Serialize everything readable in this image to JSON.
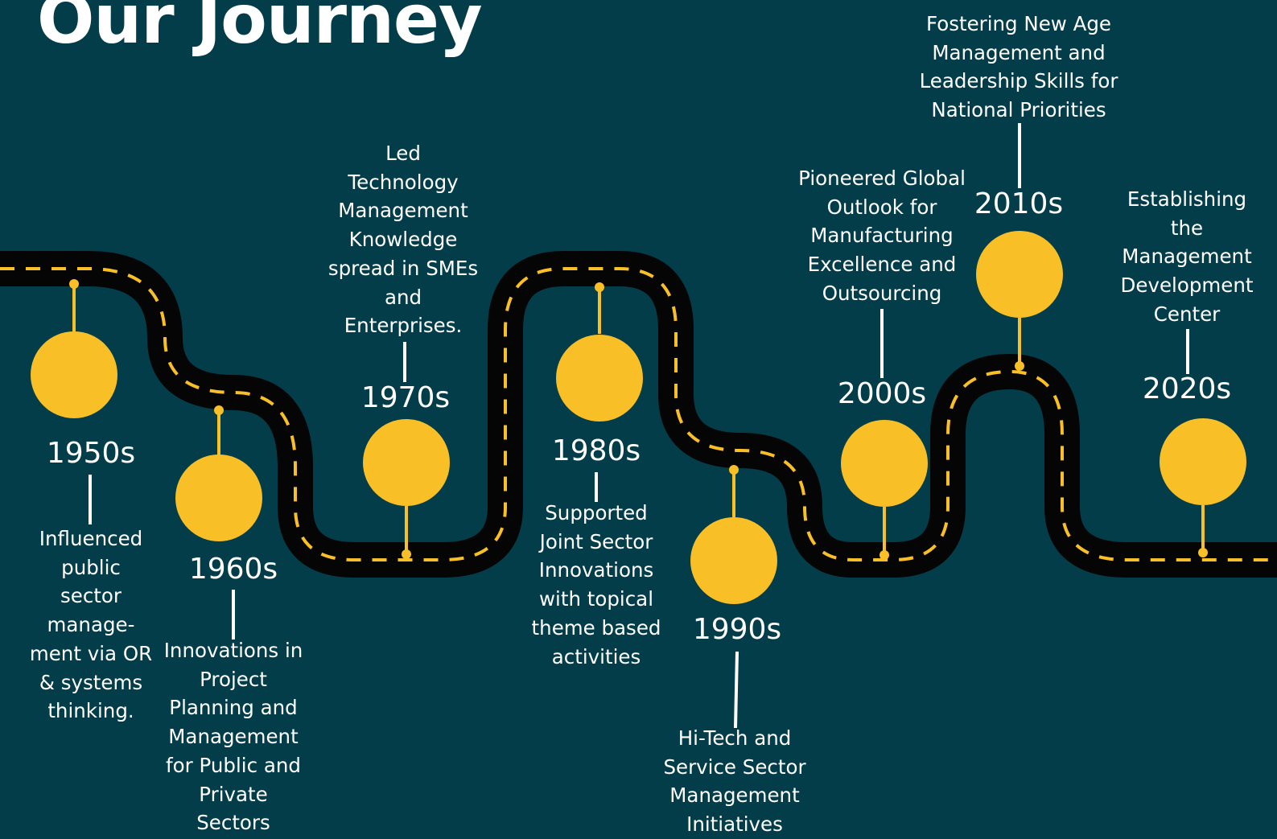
{
  "title": "Our Journey",
  "colors": {
    "background": "#033d4a",
    "road": "#050505",
    "accent": "#f8bf26",
    "text": "#ffffff"
  },
  "milestones": [
    {
      "year": "1950s",
      "text": "Influenced\npublic\nsector\nmanage-\nment via OR\n& systems\nthinking."
    },
    {
      "year": "1960s",
      "text": "Innovations in\nProject\nPlanning and\nManagement\nfor Public and\nPrivate\nSectors"
    },
    {
      "year": "1970s",
      "text": "Led\nTechnology\nManagement\nKnowledge\nspread in SMEs\nand\nEnterprises."
    },
    {
      "year": "1980s",
      "text": "Supported\nJoint Sector\nInnovations\nwith topical\ntheme based\nactivities"
    },
    {
      "year": "1990s",
      "text": "Hi-Tech and\nService Sector\nManagement\nInitiatives"
    },
    {
      "year": "2000s",
      "text": "Pioneered Global\nOutlook for\nManufacturing\nExcellence and\nOutsourcing"
    },
    {
      "year": "2010s",
      "text": "Fostering New Age\nManagement and\nLeadership Skills for\nNational Priorities"
    },
    {
      "year": "2020s",
      "text": "Establishing\nthe\nManagement\nDevelopment\nCenter"
    }
  ]
}
